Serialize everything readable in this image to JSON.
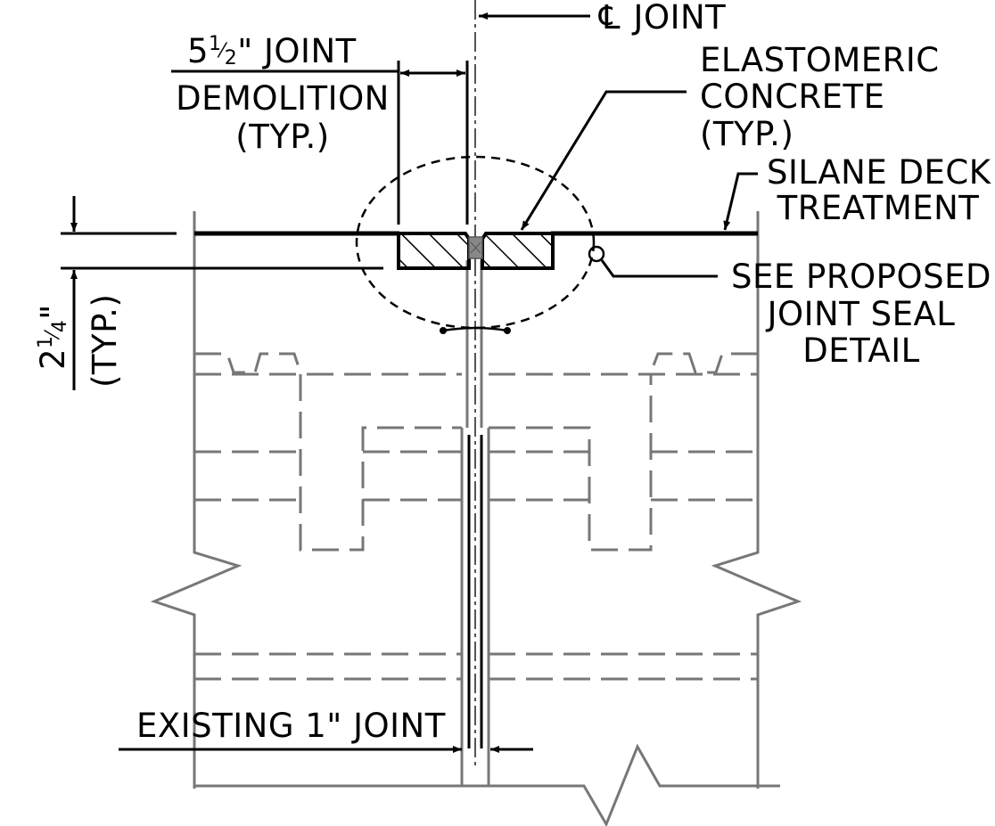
{
  "labels": {
    "cl_symbol": "℄",
    "cl_joint": "JOINT",
    "demolition_l1_int": "5",
    "demolition_l1_frac_num": "1",
    "demolition_l1_frac_den": "2",
    "demolition_l1_rest": "\" JOINT",
    "demolition_l2": "DEMOLITION",
    "demolition_l3": "(TYP.)",
    "elastomeric_l1": "ELASTOMERIC",
    "elastomeric_l2": "CONCRETE",
    "elastomeric_l3": "(TYP.)",
    "silane_l1": "SILANE DECK",
    "silane_l2": "TREATMENT",
    "see_l1": "SEE PROPOSED",
    "see_l2": "JOINT SEAL",
    "see_l3": "DETAIL",
    "depth_int": "2",
    "depth_frac_num": "1",
    "depth_frac_den": "4",
    "depth_rest": "\"",
    "depth_typ": "(TYP.)",
    "existing_joint": "EXISTING 1\" JOINT"
  },
  "colors": {
    "ink": "#000000",
    "existing_structure": "#777777",
    "centerline": "#555555",
    "seal": "#888888"
  }
}
